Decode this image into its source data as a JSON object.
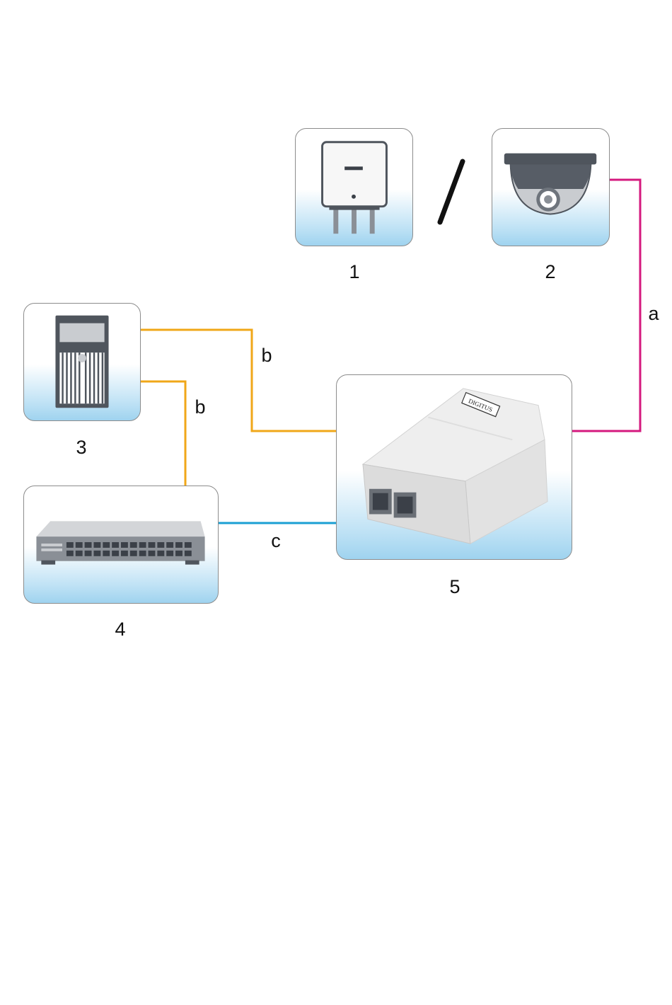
{
  "devices": [
    {
      "id": "1",
      "number": "1",
      "icon": "access-point-icon"
    },
    {
      "id": "2",
      "number": "2",
      "icon": "dome-camera-icon"
    },
    {
      "id": "3",
      "number": "3",
      "icon": "server-tower-icon"
    },
    {
      "id": "4",
      "number": "4",
      "icon": "network-switch-icon"
    },
    {
      "id": "5",
      "number": "5",
      "icon": "poe-injector-icon"
    }
  ],
  "separator": "/",
  "cables": [
    {
      "label": "a",
      "color": "#d4197e",
      "from": "2",
      "to": "5"
    },
    {
      "label": "b",
      "color": "#f0a719",
      "from": "3",
      "to": "5"
    },
    {
      "label": "b",
      "color": "#f0a719",
      "from": "3",
      "to": "4"
    },
    {
      "label": "c",
      "color": "#1a9fd3",
      "from": "4",
      "to": "5"
    }
  ],
  "brand_text": "DIGITUS"
}
